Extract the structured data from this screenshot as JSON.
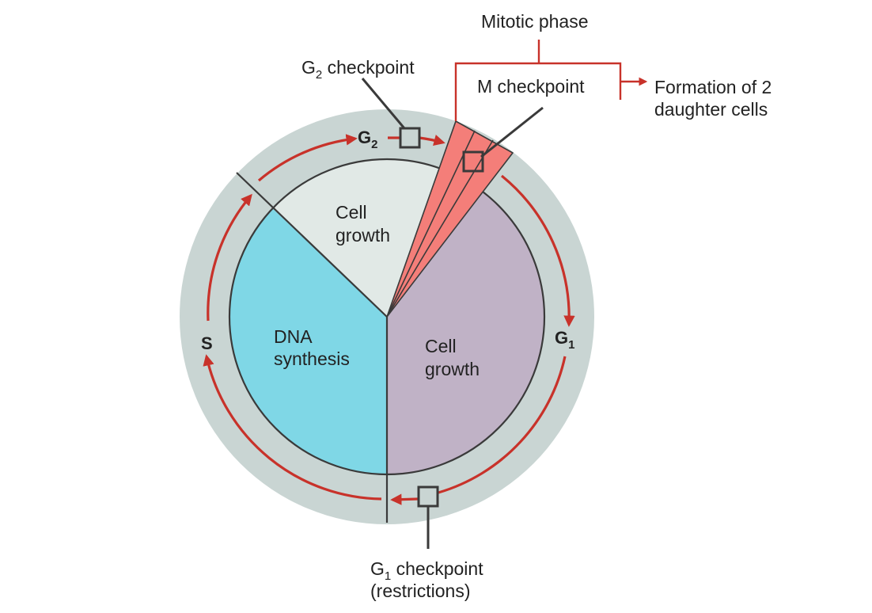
{
  "colors": {
    "outer_ring": "#c9d5d3",
    "g2_sector": "#e1e9e6",
    "s_sector": "#7fd7e6",
    "g1_sector": "#c0b2c6",
    "mitotic_wedge": "#f47e79",
    "arrow_red": "#c8322a",
    "outline": "#3a3a3a"
  },
  "phases": {
    "g2": {
      "letter": "G",
      "sub": "2"
    },
    "s": {
      "letter": "S"
    },
    "g1": {
      "letter": "G",
      "sub": "1"
    }
  },
  "sectors": {
    "g2_line1": "Cell",
    "g2_line2": "growth",
    "s_line1": "DNA",
    "s_line2": "synthesis",
    "g1_line1": "Cell",
    "g1_line2": "growth"
  },
  "labels": {
    "mitotic_phase": "Mitotic phase",
    "m_checkpoint": "M checkpoint",
    "formation_line1": "Formation of 2",
    "formation_line2": "daughter cells",
    "g2_checkpoint_letter": "G",
    "g2_checkpoint_sub": "2",
    "g2_checkpoint_rest": " checkpoint",
    "g1_checkpoint_letter": "G",
    "g1_checkpoint_sub": "1",
    "g1_checkpoint_rest": " checkpoint",
    "g1_checkpoint_line2": "(restrictions)"
  },
  "icons": [
    "arrow-icon",
    "checkpoint-box-icon"
  ]
}
